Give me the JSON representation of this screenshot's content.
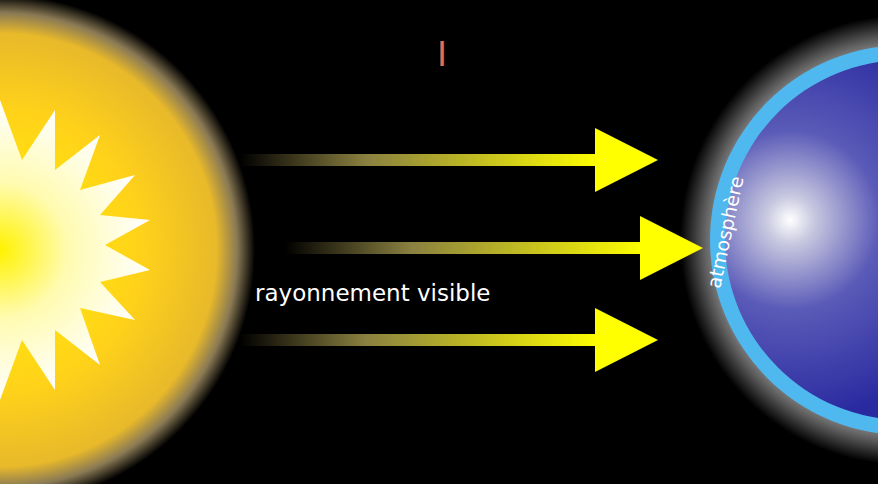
{
  "diagram": {
    "labels": [
      "I",
      "rayonnement visible",
      "atmosphère"
    ]
  }
}
